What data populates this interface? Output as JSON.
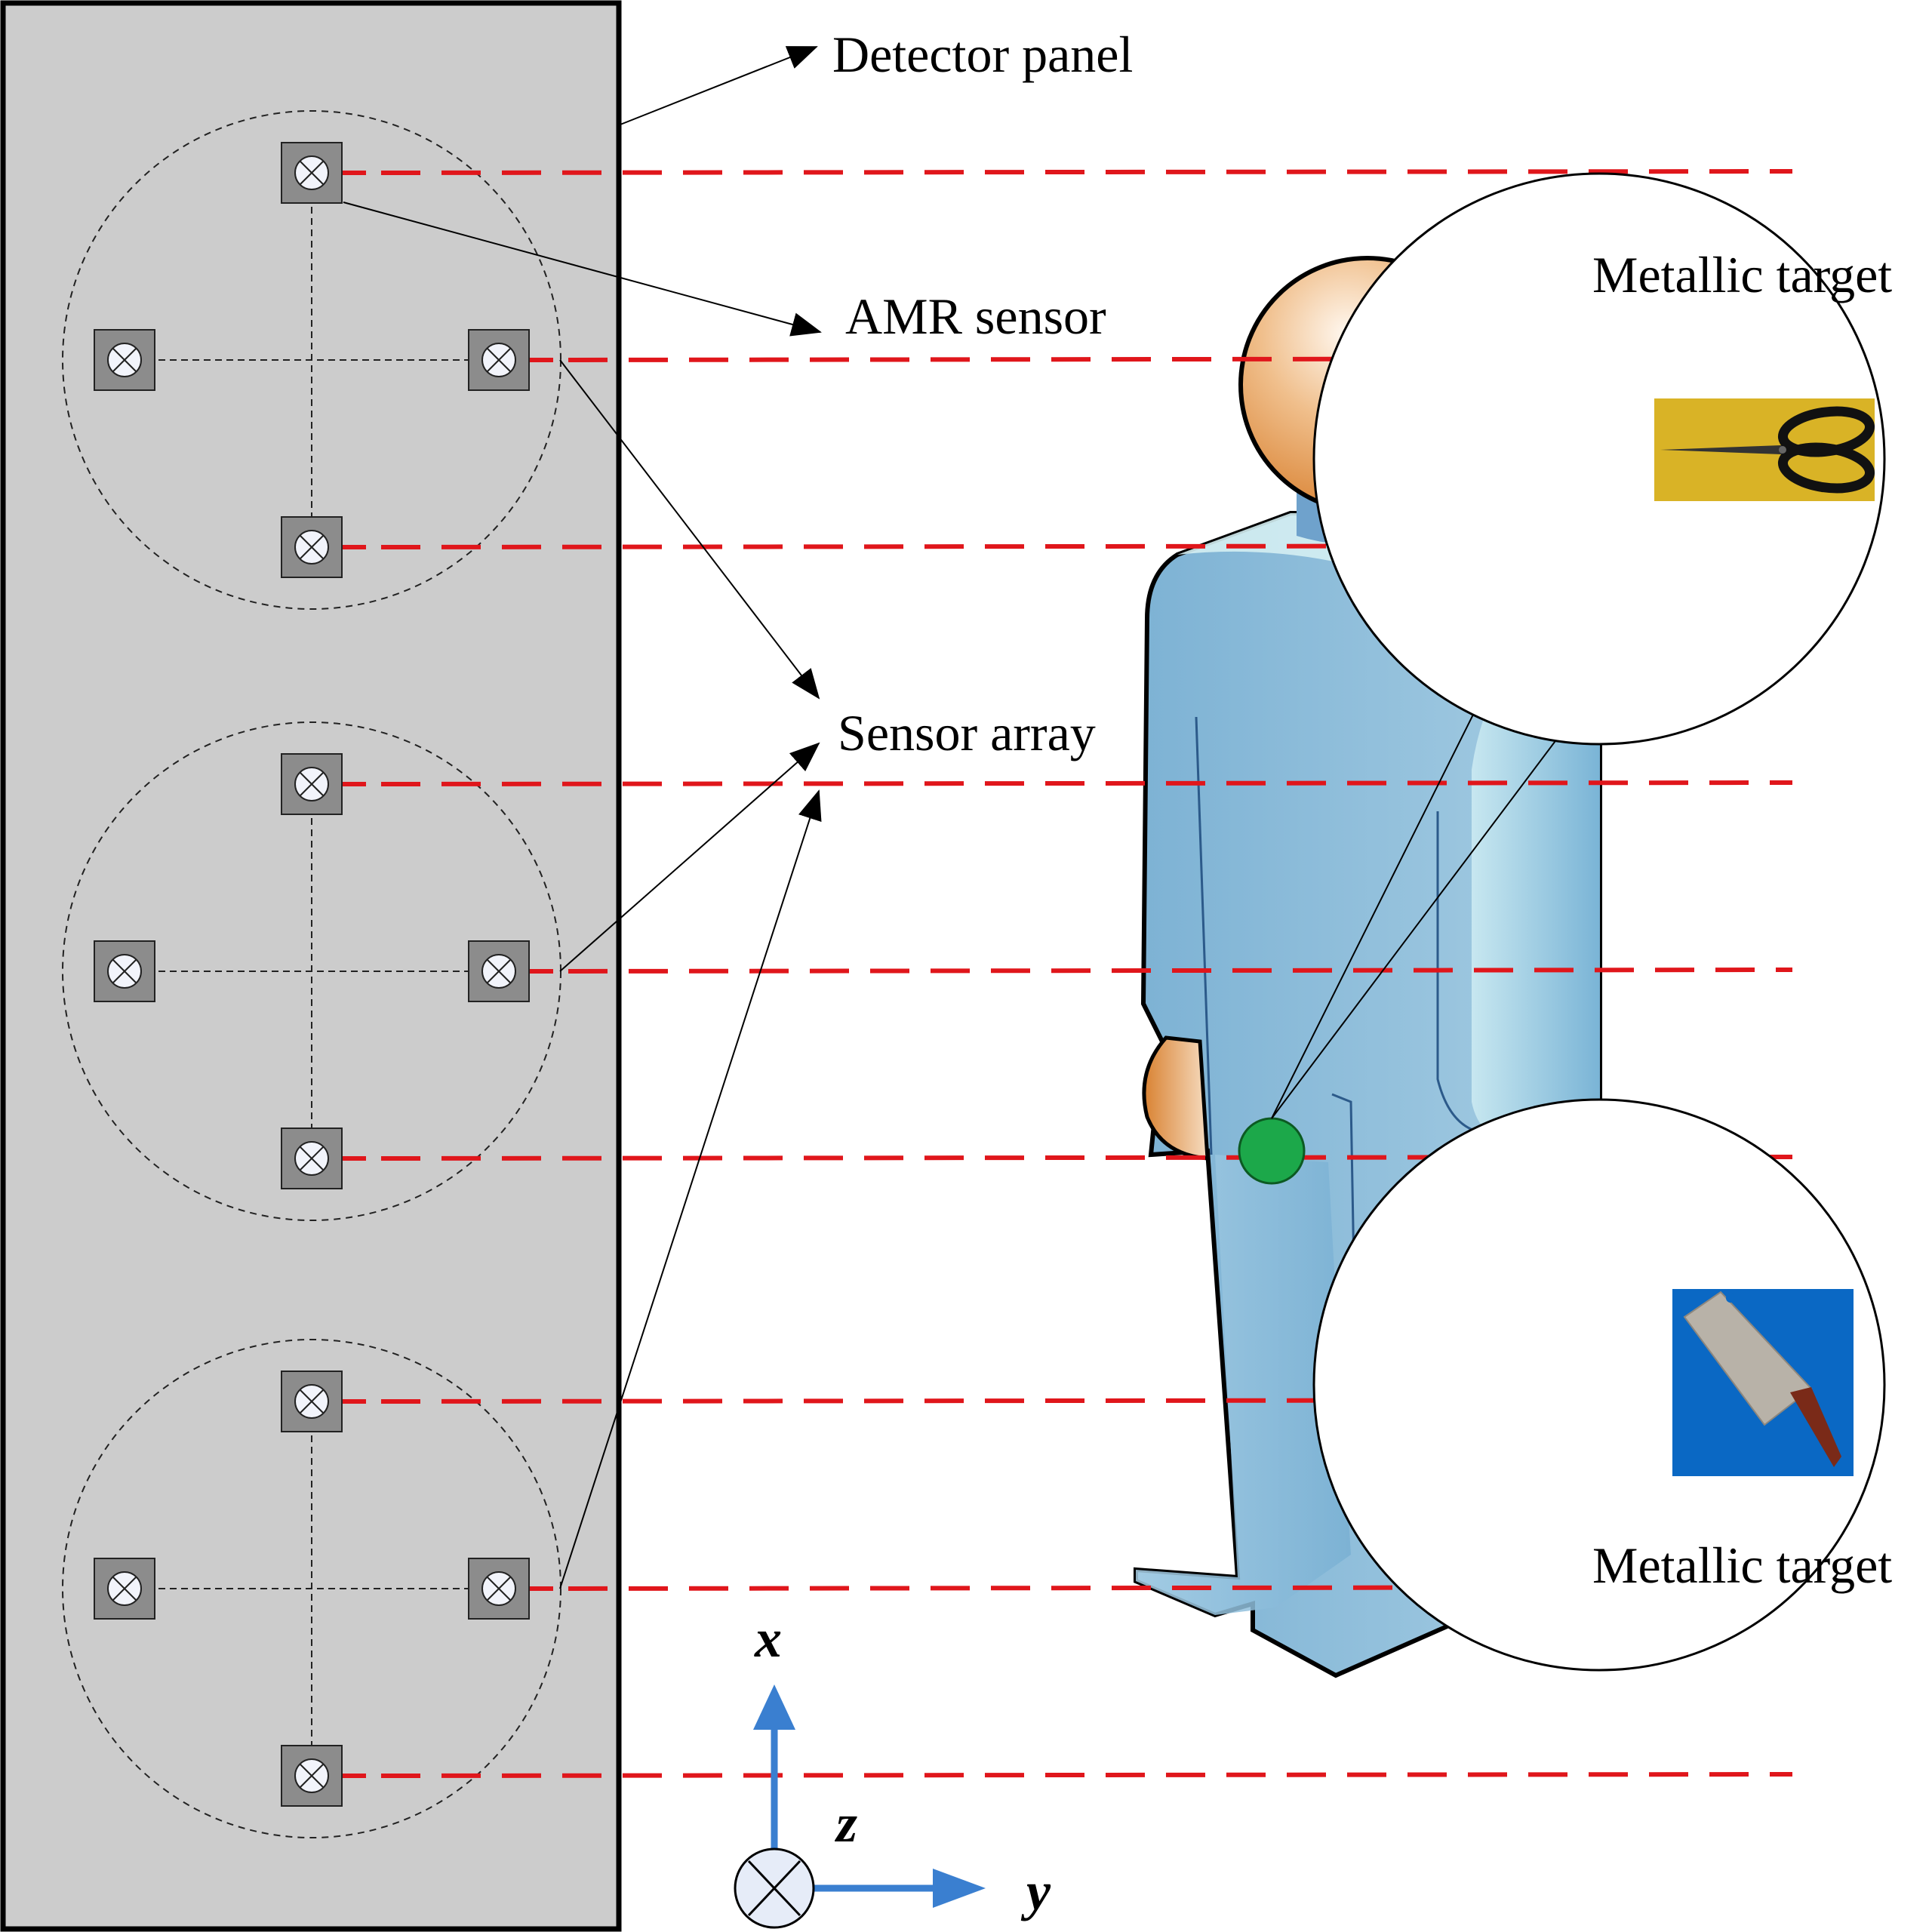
{
  "labels": {
    "detector_panel": "Detector panel",
    "amr_sensor": "AMR sensor",
    "sensor_array": "Sensor array",
    "metallic_target_top": "Metallic target",
    "metallic_target_bottom": "Metallic target"
  },
  "axes": {
    "x": "x",
    "y": "y",
    "z": "z"
  },
  "targets": [
    {
      "name": "scissors",
      "inset_background": "#d9b326"
    },
    {
      "name": "cleaver",
      "inset_background": "#0a68c4"
    }
  ],
  "colors": {
    "panel_fill": "#cccccc",
    "sensor_box": "#8c8c8c",
    "field_line": "#e0161b",
    "body_blue": "#86b8d6",
    "skin": "#e39a55",
    "target_dot": "#1ca84a",
    "axis_blue": "#3a7fd0"
  },
  "sensor_array": {
    "clusters": 3,
    "sensors_per_cluster": 4
  }
}
